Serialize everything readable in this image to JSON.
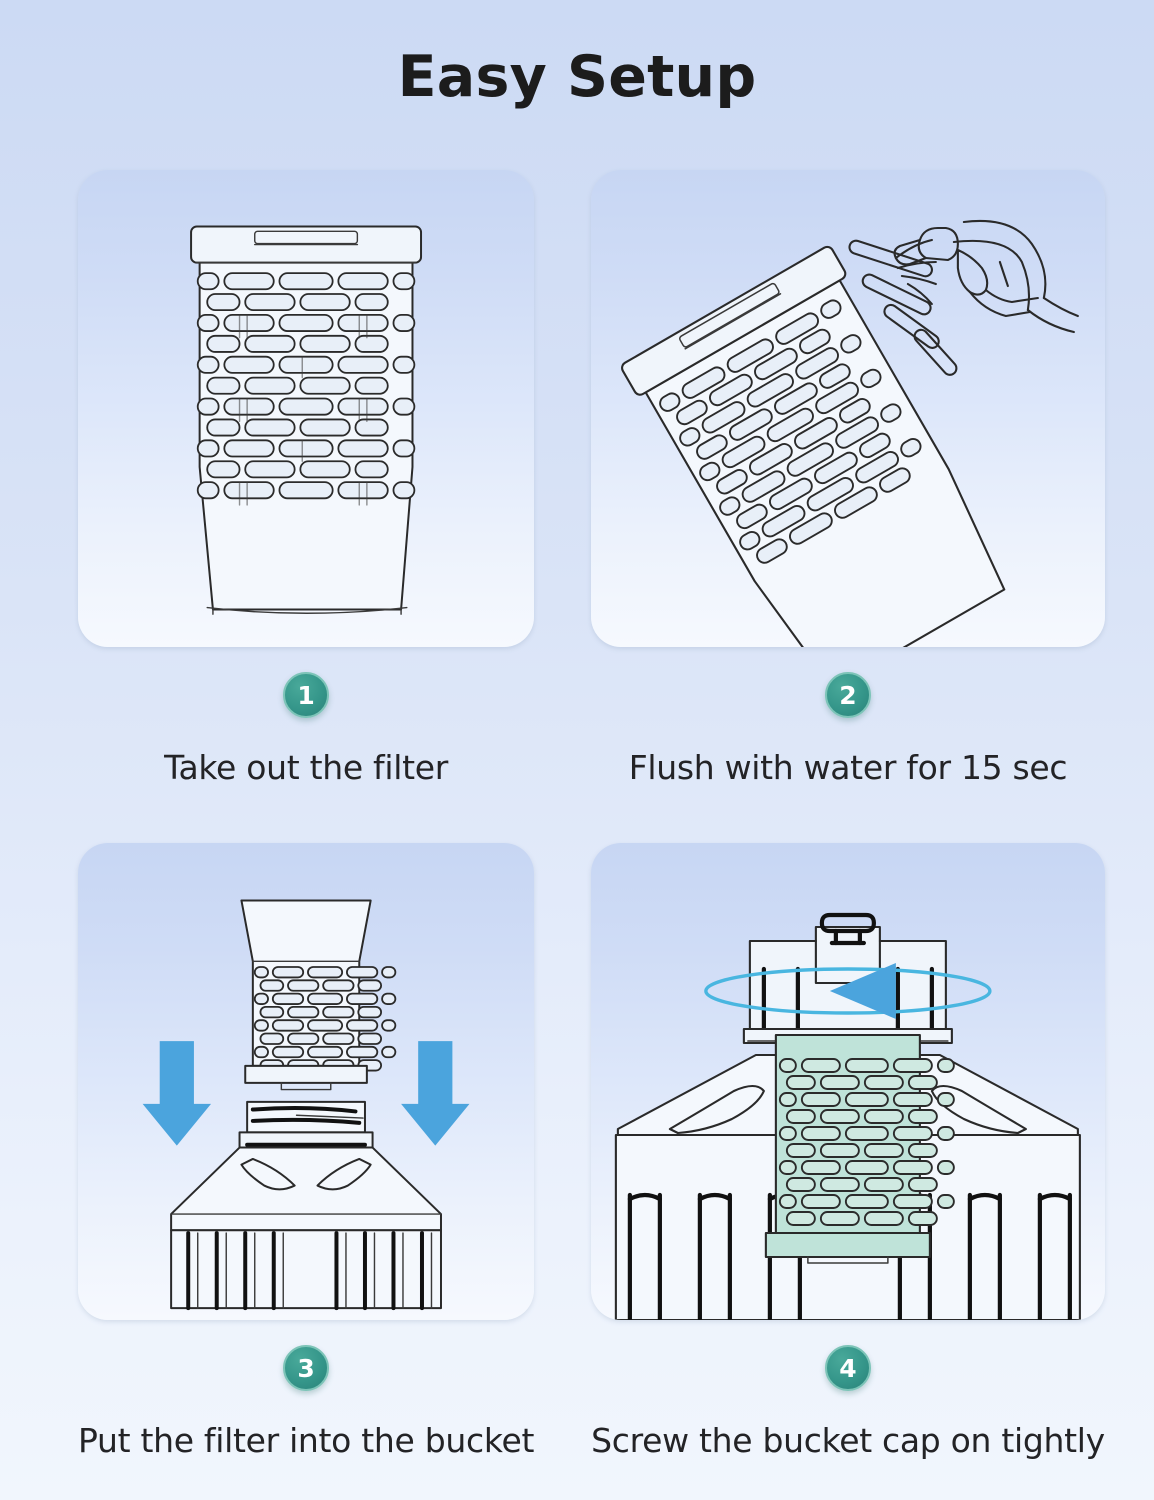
{
  "page": {
    "title": "Easy Setup",
    "background_top_color": "#ccdaf4",
    "background_bottom_color": "#f1f6fd",
    "title_color": "#1c1c1c"
  },
  "theme": {
    "badge_color": "#35968a",
    "badge_rim_color": "#7dc4b8",
    "badge_text_color": "#ffffff",
    "arrow_color": "#4ba4dd",
    "rotation_ring_color": "#49b6e0",
    "highlight_green": "#bfe3d9",
    "card_top_color": "#c7d6f3",
    "card_bottom_color": "#f6f9fe",
    "line_color": "#2a2a2a"
  },
  "steps": [
    {
      "number": "1",
      "caption": "Take out the filter",
      "illustration": "upright-filter-cartridge",
      "icons": [
        "filter-cartridge-icon"
      ]
    },
    {
      "number": "2",
      "caption": "Flush with water for 15 sec",
      "illustration": "tilted-filter-with-spray-nozzle",
      "icons": [
        "filter-cartridge-icon",
        "spray-nozzle-icon",
        "water-jet-icon"
      ]
    },
    {
      "number": "3",
      "caption": "Put the filter into the bucket",
      "illustration": "filter-inserting-into-bucket-neck",
      "icons": [
        "filter-cartridge-icon",
        "bucket-icon",
        "down-arrow-icon"
      ]
    },
    {
      "number": "4",
      "caption": "Screw the bucket cap on tightly",
      "illustration": "bucket-cap-screwed-on-with-rotation",
      "icons": [
        "bucket-cap-icon",
        "filter-cartridge-icon",
        "rotation-arrow-icon"
      ]
    }
  ]
}
